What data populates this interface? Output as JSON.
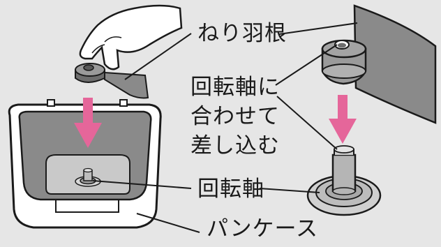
{
  "labels": {
    "blade": "ねり羽根",
    "instruction_lines": [
      "回転軸に",
      "合わせて",
      "差し込む"
    ],
    "shaft": "回転軸",
    "case": "パンケース"
  },
  "colors": {
    "background": "#e6e6e6",
    "arrow": "#e5669a",
    "part_gray": "#9a9a9a",
    "part_dark": "#6d6d6d",
    "case_inner": "#8a8a8a",
    "case_outer": "#ffffff",
    "line": "#1a1a1a"
  }
}
